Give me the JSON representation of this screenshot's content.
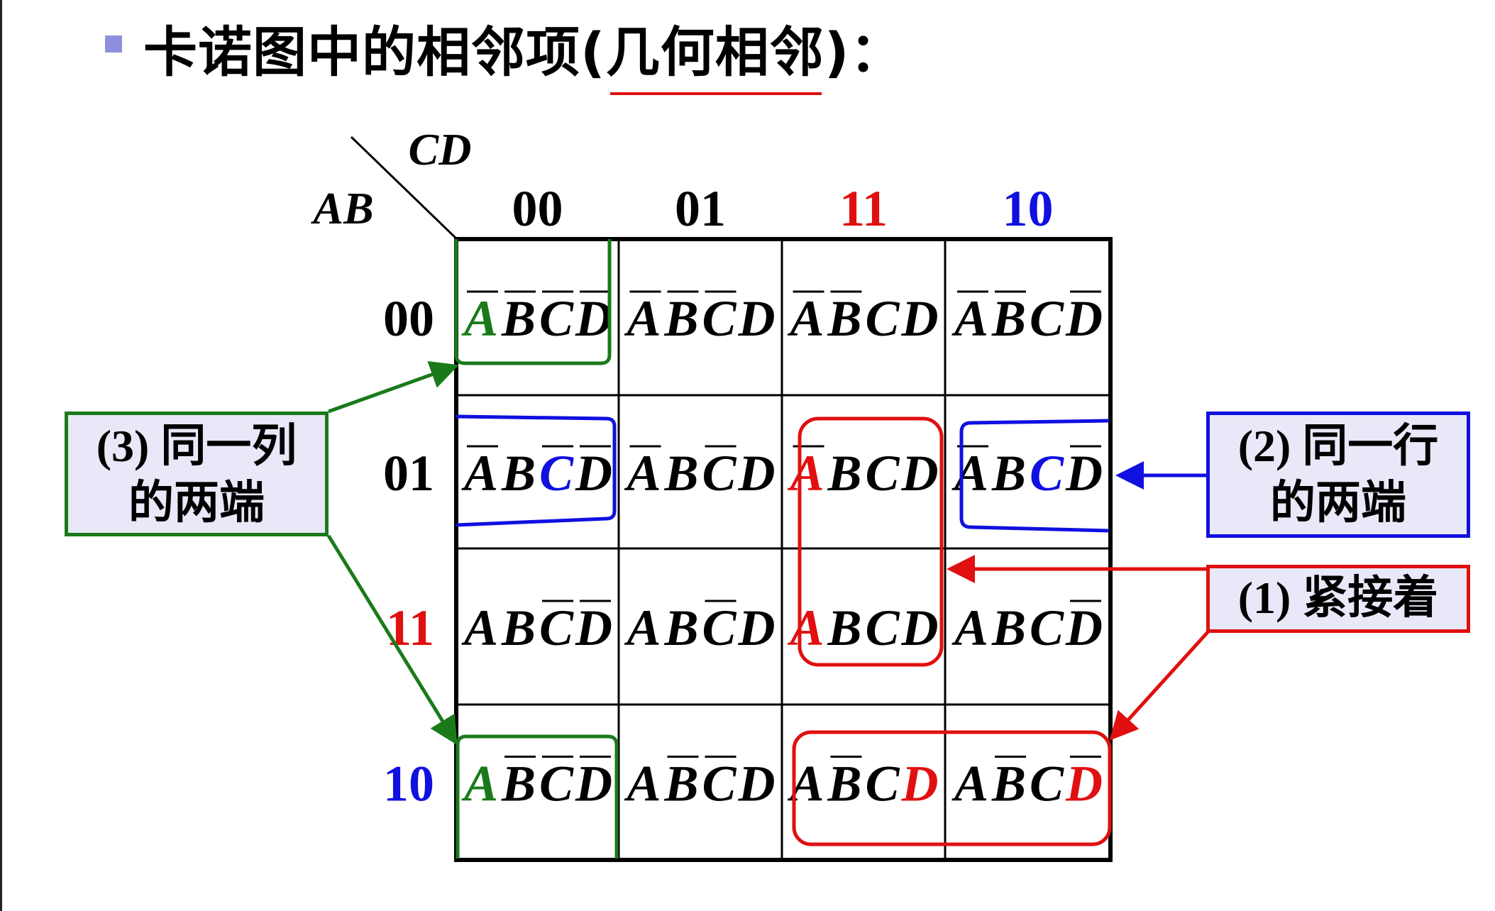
{
  "title": {
    "main": "卡诺图中的相邻项(",
    "underlined": "几何相邻",
    "end": ")："
  },
  "axis": {
    "col_var": "CD",
    "row_var": "AB"
  },
  "columns": [
    {
      "label": "00",
      "color": "#000000"
    },
    {
      "label": "01",
      "color": "#000000"
    },
    {
      "label": "11",
      "color": "#e01010"
    },
    {
      "label": "10",
      "color": "#1010e0"
    }
  ],
  "rows": [
    {
      "label": "00",
      "color": "#000000"
    },
    {
      "label": "01",
      "color": "#000000"
    },
    {
      "label": "11",
      "color": "#e01010"
    },
    {
      "label": "10",
      "color": "#1010e0"
    }
  ],
  "cells": [
    [
      {
        "bars": [
          1,
          1,
          1,
          1
        ],
        "hl": [
          0,
          "#1a7a1a"
        ]
      },
      {
        "bars": [
          1,
          1,
          1,
          0
        ],
        "hl": null
      },
      {
        "bars": [
          1,
          1,
          0,
          0
        ],
        "hl": null
      },
      {
        "bars": [
          1,
          1,
          0,
          1
        ],
        "hl": null
      }
    ],
    [
      {
        "bars": [
          1,
          0,
          1,
          1
        ],
        "hl": [
          2,
          "#1010e0"
        ]
      },
      {
        "bars": [
          1,
          0,
          1,
          0
        ],
        "hl": null
      },
      {
        "bars": [
          1,
          0,
          0,
          0
        ],
        "hl": [
          0,
          "#e01010"
        ]
      },
      {
        "bars": [
          1,
          0,
          0,
          1
        ],
        "hl": [
          2,
          "#1010e0"
        ]
      }
    ],
    [
      {
        "bars": [
          0,
          0,
          1,
          1
        ],
        "hl": null
      },
      {
        "bars": [
          0,
          0,
          1,
          0
        ],
        "hl": null
      },
      {
        "bars": [
          0,
          0,
          0,
          0
        ],
        "hl": [
          0,
          "#e01010"
        ]
      },
      {
        "bars": [
          0,
          0,
          0,
          1
        ],
        "hl": null
      }
    ],
    [
      {
        "bars": [
          0,
          1,
          1,
          1
        ],
        "hl": [
          0,
          "#1a7a1a"
        ]
      },
      {
        "bars": [
          0,
          1,
          1,
          0
        ],
        "hl": null
      },
      {
        "bars": [
          0,
          1,
          0,
          0
        ],
        "hl": [
          3,
          "#e01010"
        ]
      },
      {
        "bars": [
          0,
          1,
          0,
          1
        ],
        "hl": [
          3,
          "#e01010"
        ]
      }
    ]
  ],
  "callouts": {
    "column_ends": {
      "line1": "(3) 同一列",
      "line2": "的两端",
      "color": "#1a7a1a"
    },
    "row_ends": {
      "line1": "(2) 同一行",
      "line2": "的两端",
      "color": "#1010e0"
    },
    "adjacent": {
      "line1": "(1) 紧接着",
      "color": "#e01010"
    }
  }
}
